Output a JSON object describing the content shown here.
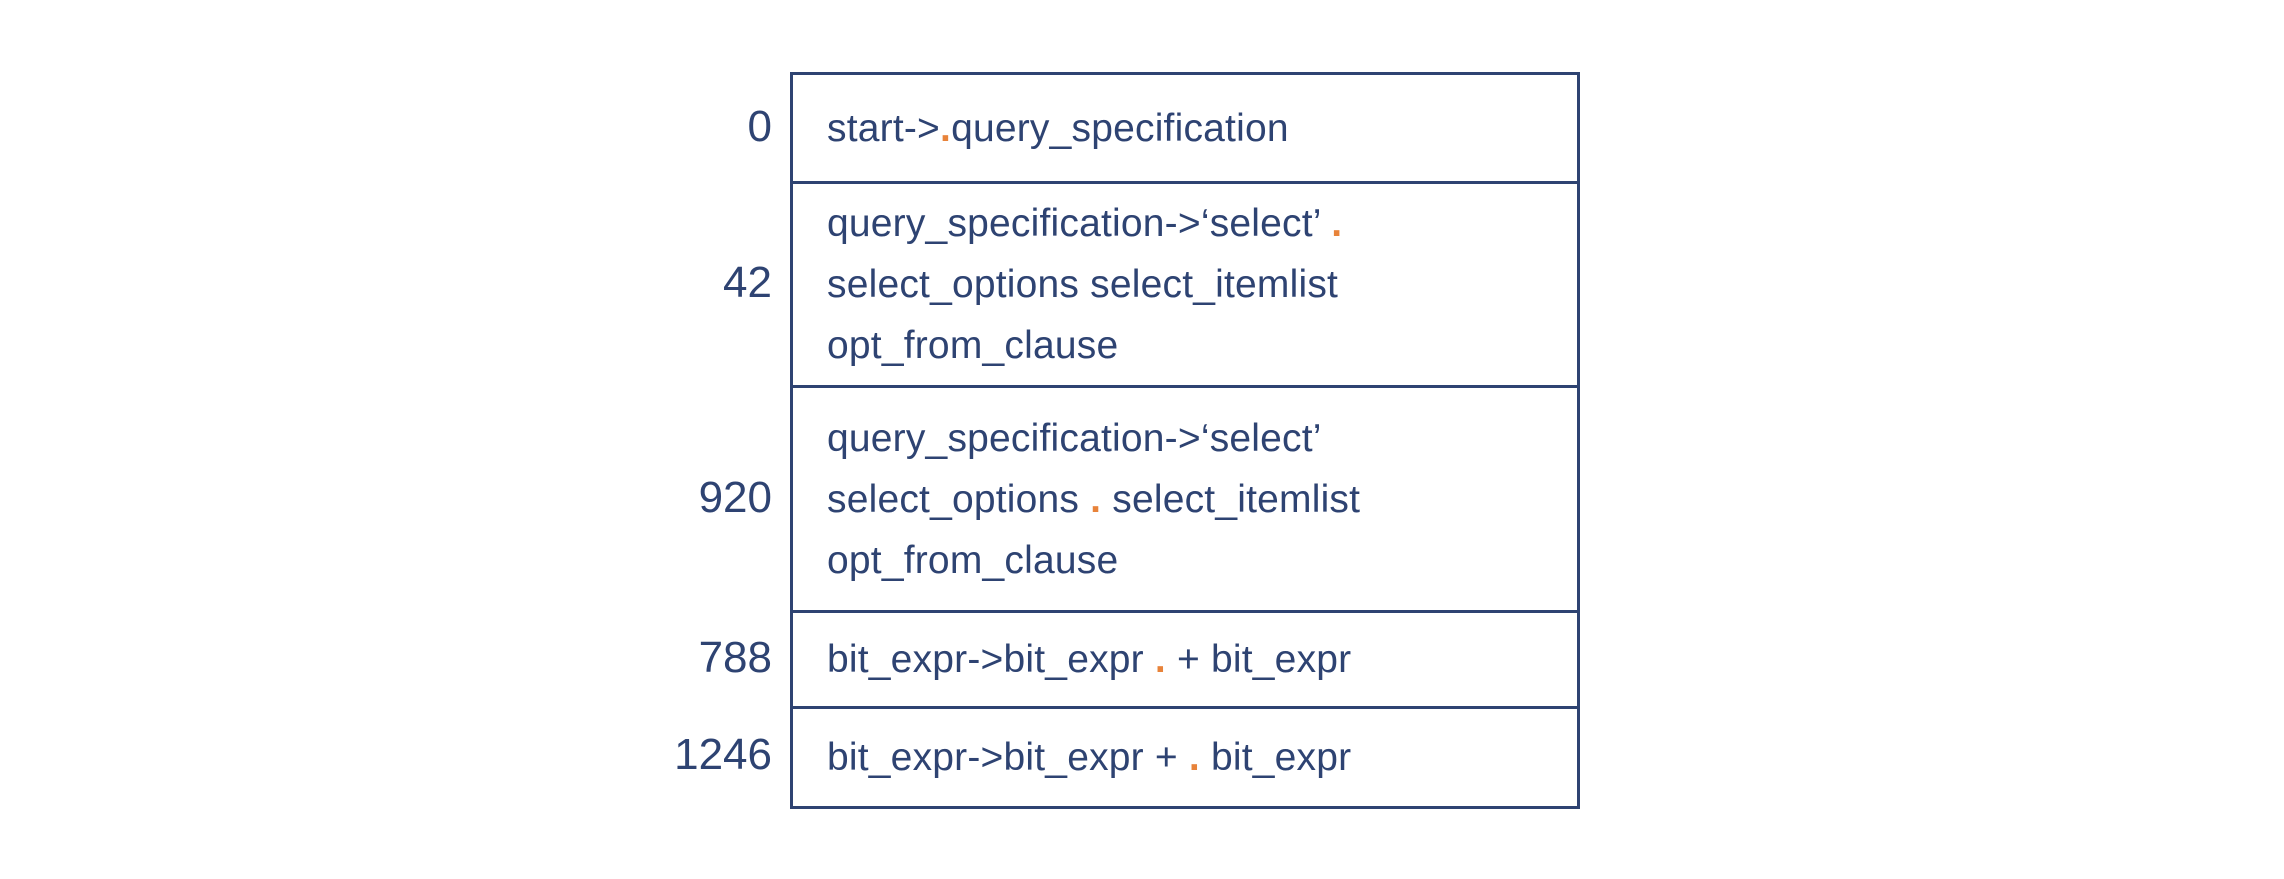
{
  "diagram": {
    "type": "parser-state-table",
    "title": "",
    "colors": {
      "text": "#2e4372",
      "border": "#2e4372",
      "dot_marker": "#e8833a",
      "background": "#ffffff"
    },
    "dot_marker_symbol": ".",
    "rows": [
      {
        "index": "0",
        "lines": [
          {
            "segments": [
              {
                "text": "start->",
                "kind": "plain"
              },
              {
                "text": ".",
                "kind": "dot"
              },
              {
                "text": "query_specification",
                "kind": "plain"
              }
            ]
          }
        ]
      },
      {
        "index": "42",
        "lines": [
          {
            "segments": [
              {
                "text": "query_specification->‘select’ ",
                "kind": "plain"
              },
              {
                "text": ".",
                "kind": "dot"
              }
            ]
          },
          {
            "segments": [
              {
                "text": "select_options select_itemlist",
                "kind": "plain"
              }
            ]
          },
          {
            "segments": [
              {
                "text": "opt_from_clause",
                "kind": "plain"
              }
            ]
          }
        ]
      },
      {
        "index": "920",
        "lines": [
          {
            "segments": [
              {
                "text": "query_specification->‘select’",
                "kind": "plain"
              }
            ]
          },
          {
            "segments": [
              {
                "text": "select_options ",
                "kind": "plain"
              },
              {
                "text": ".",
                "kind": "dot"
              },
              {
                "text": " select_itemlist",
                "kind": "plain"
              }
            ]
          },
          {
            "segments": [
              {
                "text": "opt_from_clause",
                "kind": "plain"
              }
            ]
          }
        ]
      },
      {
        "index": "788",
        "lines": [
          {
            "segments": [
              {
                "text": "bit_expr->bit_expr ",
                "kind": "plain"
              },
              {
                "text": ".",
                "kind": "dot"
              },
              {
                "text": " + bit_expr",
                "kind": "plain"
              }
            ]
          }
        ]
      },
      {
        "index": "1246",
        "lines": [
          {
            "segments": [
              {
                "text": "bit_expr->bit_expr + ",
                "kind": "plain"
              },
              {
                "text": ".",
                "kind": "dot"
              },
              {
                "text": " bit_expr",
                "kind": "plain"
              }
            ]
          }
        ]
      }
    ]
  }
}
